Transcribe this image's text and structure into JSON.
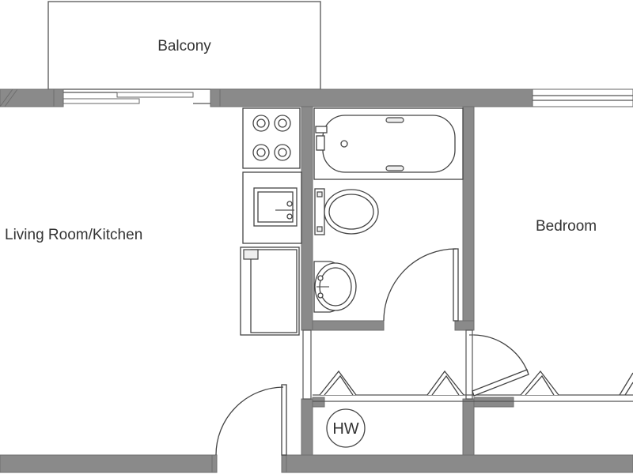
{
  "rooms": {
    "balcony": "Balcony",
    "living_room_kitchen": "Living Room/Kitchen",
    "bedroom": "Bedroom"
  },
  "fixtures": {
    "hot_water": "HW"
  },
  "colors": {
    "wall": "#8a8a8a",
    "line": "#444444",
    "background": "#ffffff"
  }
}
